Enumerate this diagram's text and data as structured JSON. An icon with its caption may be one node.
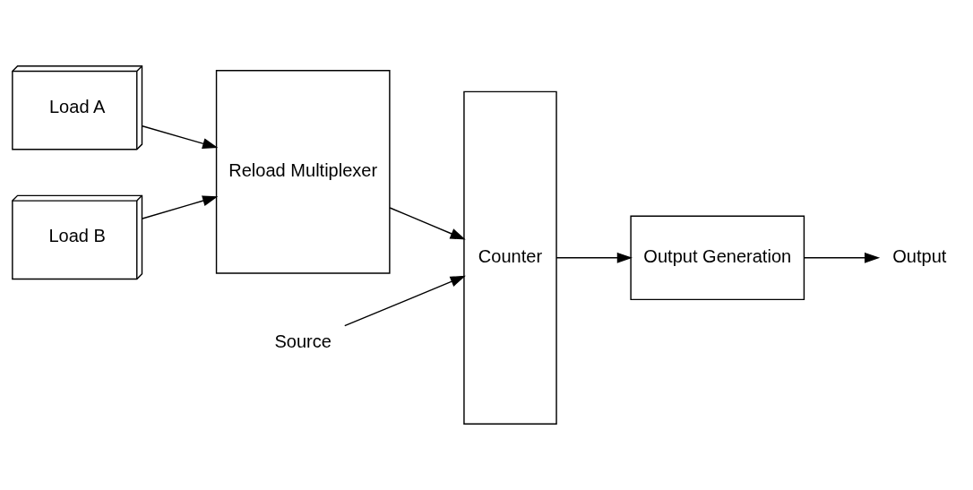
{
  "diagram": {
    "nodes": [
      {
        "text": [
          "Load A"
        ]
      },
      {
        "text": [
          "Load B"
        ]
      },
      {
        "text": [
          "Reload Multiplexer"
        ]
      },
      {
        "text": [
          "Counter"
        ]
      },
      {
        "text": [
          "Output Generation"
        ]
      },
      {
        "text": [
          "Output"
        ]
      },
      {
        "text": [
          "Source"
        ]
      }
    ],
    "edges": [
      {
        "from": 0,
        "to": 2,
        "arrow": "to"
      },
      {
        "from": 1,
        "to": 2,
        "arrow": "to"
      },
      {
        "from": 2,
        "to": 3,
        "arrow": "to"
      },
      {
        "from": 3,
        "to": 4,
        "arrow": "to"
      },
      {
        "from": 4,
        "to": 5,
        "arrow": "to"
      },
      {
        "from": 6,
        "to": 3,
        "arrow": "to"
      }
    ]
  }
}
